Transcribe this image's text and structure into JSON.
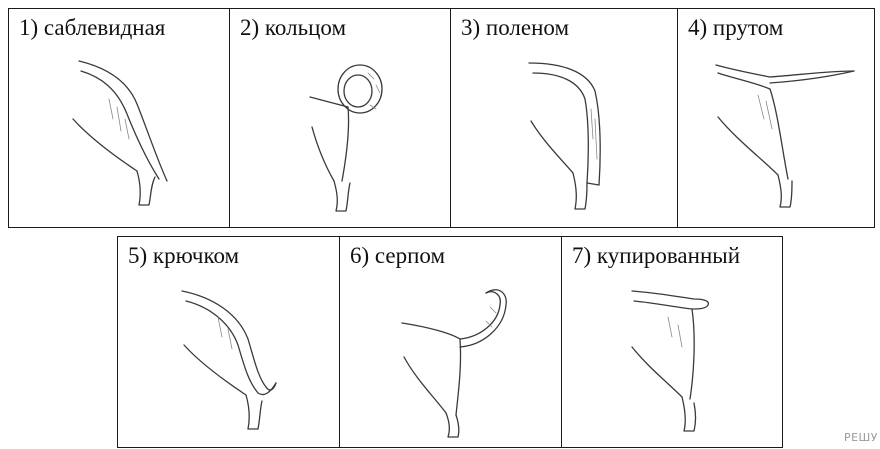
{
  "tail_types": [
    {
      "label": "1) саблевидная",
      "icon": "sabre-tail-illustration"
    },
    {
      "label": "2) кольцом",
      "icon": "ring-tail-illustration"
    },
    {
      "label": "3) поленом",
      "icon": "log-tail-illustration"
    },
    {
      "label": "4) прутом",
      "icon": "rod-tail-illustration"
    },
    {
      "label": "5) крючком",
      "icon": "hook-tail-illustration"
    },
    {
      "label": "6) серпом",
      "icon": "sickle-tail-illustration"
    },
    {
      "label": "7) купированный",
      "icon": "docked-tail-illustration"
    }
  ],
  "watermark": "РЕШУ"
}
